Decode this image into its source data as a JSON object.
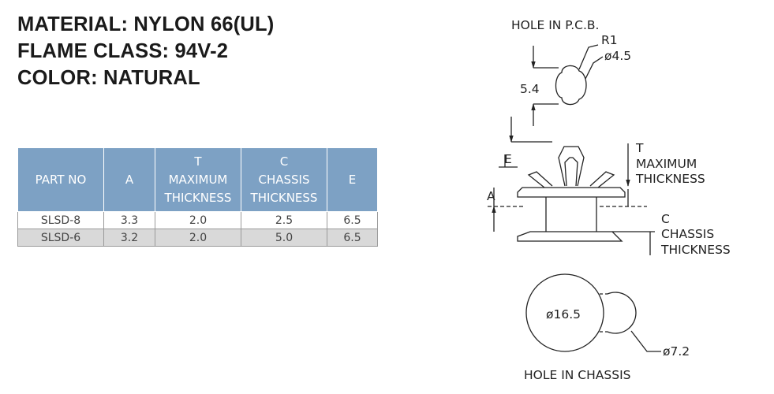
{
  "specs": {
    "material": "MATERIAL: NYLON 66(UL)",
    "flame_class": "FLAME CLASS: 94V-2",
    "color": "COLOR: NATURAL"
  },
  "table": {
    "headers": [
      [
        "PART NO"
      ],
      [
        "A"
      ],
      [
        "T",
        "MAXIMUM",
        "THICKNESS"
      ],
      [
        "C",
        "CHASSIS",
        "THICKNESS"
      ],
      [
        "E"
      ]
    ],
    "rows": [
      [
        "SLSD-8",
        "3.3",
        "2.0",
        "2.5",
        "6.5"
      ],
      [
        "SLSD-6",
        "3.2",
        "2.0",
        "5.0",
        "6.5"
      ]
    ],
    "header_color": "#7da1c4",
    "alt_row_color": "#d9d9d9"
  },
  "drawing": {
    "hole_pcb_label": "HOLE IN P.C.B.",
    "radius_label": "R1",
    "pcb_dia_label": "ø4.5",
    "pcb_height_label": "5.4",
    "e_label": "E",
    "a_label": "A",
    "t_label": "T",
    "t_max_label": "MAXIMUM",
    "t_thick_label": "THICKNESS",
    "c_label": "C",
    "c_chassis_label": "CHASSIS",
    "c_thick_label": "THICKNESS",
    "big_dia_label": "ø16.5",
    "small_dia_label": "ø7.2",
    "hole_chassis_label": "HOLE IN CHASSIS"
  }
}
